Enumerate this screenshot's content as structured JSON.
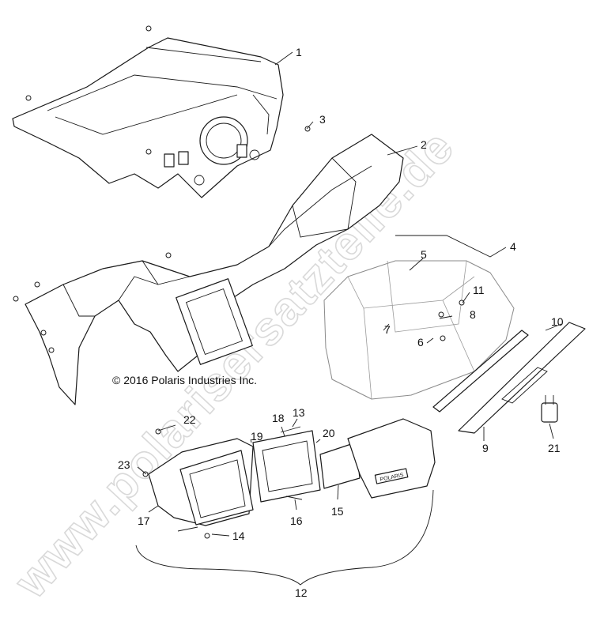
{
  "watermark": "www.polarisersatzteile.de",
  "copyright": "© 2016 Polaris Industries Inc.",
  "badge_text": "POLARIS",
  "callouts": [
    "1",
    "2",
    "3",
    "4",
    "5",
    "6",
    "7",
    "8",
    "9",
    "10",
    "11",
    "12",
    "13",
    "14",
    "15",
    "16",
    "17",
    "18",
    "19",
    "20",
    "21",
    "22",
    "23"
  ]
}
